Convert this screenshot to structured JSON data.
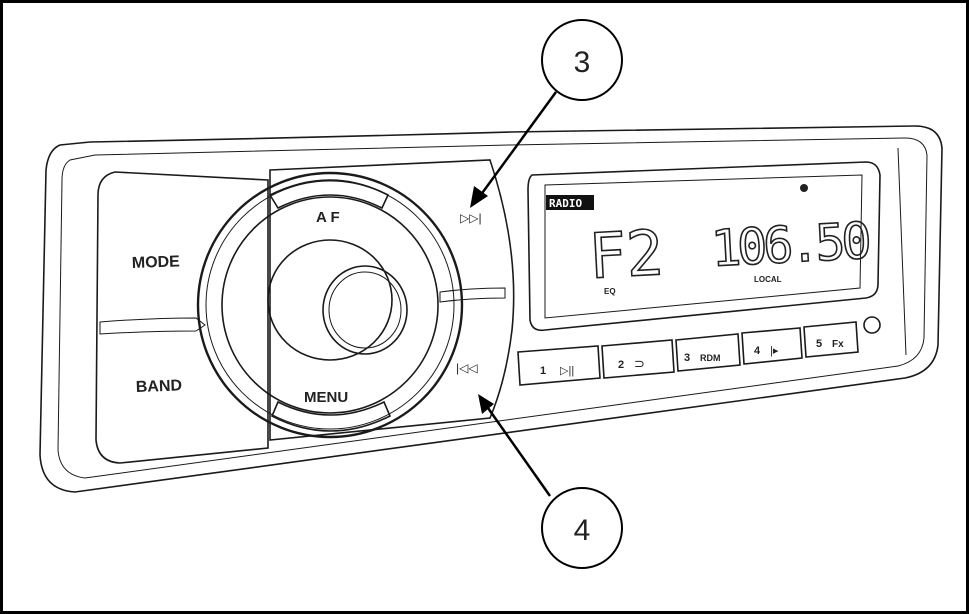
{
  "buttons": {
    "mode": "MODE",
    "band": "BAND",
    "af": "A F",
    "menu": "MENU",
    "next": "▷▷|",
    "prev": "|◁◁"
  },
  "display": {
    "source": "RADIO",
    "band": "F2",
    "frequency": "106.50",
    "eq": "EQ",
    "local": "LOCAL"
  },
  "presets": [
    {
      "num": "1",
      "icon": "▷||"
    },
    {
      "num": "2",
      "icon": "⊃"
    },
    {
      "num": "3",
      "icon": "RDM"
    },
    {
      "num": "4",
      "icon": "|▸"
    },
    {
      "num": "5",
      "icon": "Fx"
    }
  ],
  "callouts": [
    {
      "label": "3"
    },
    {
      "label": "4"
    }
  ]
}
